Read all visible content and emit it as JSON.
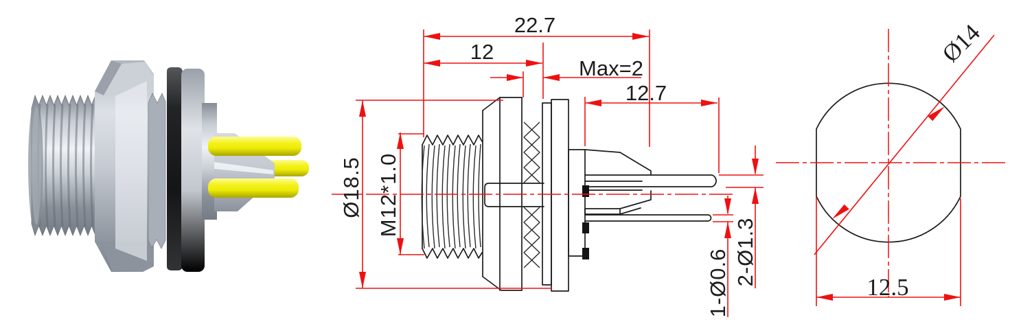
{
  "figure": {
    "type": "technical-drawing",
    "subject": "M12 panel mount male connector with solder pins"
  },
  "colors": {
    "background": "#ffffff",
    "drawing_line": "#1c1c1c",
    "dimension_red": "#ee1111",
    "pin_yellow": "#f0ee10",
    "metal_gray": "#c3c8cf",
    "oring_black": "#1d1e20"
  },
  "views": {
    "render3d": {
      "label": "3d-render-of-connector"
    },
    "side": {
      "dims": {
        "overall_length": "22.7",
        "thread_length": "12",
        "panel_gap": "Max=2",
        "pin_protrusion": "12.7",
        "flange_diameter": "Ø18.5",
        "thread_spec": "M12*1.0",
        "pin_small": "1-Ø0.6",
        "pin_large": "2-Ø1.3"
      }
    },
    "front": {
      "dims": {
        "diameter": "Ø14",
        "across_flats": "12.5"
      }
    }
  }
}
